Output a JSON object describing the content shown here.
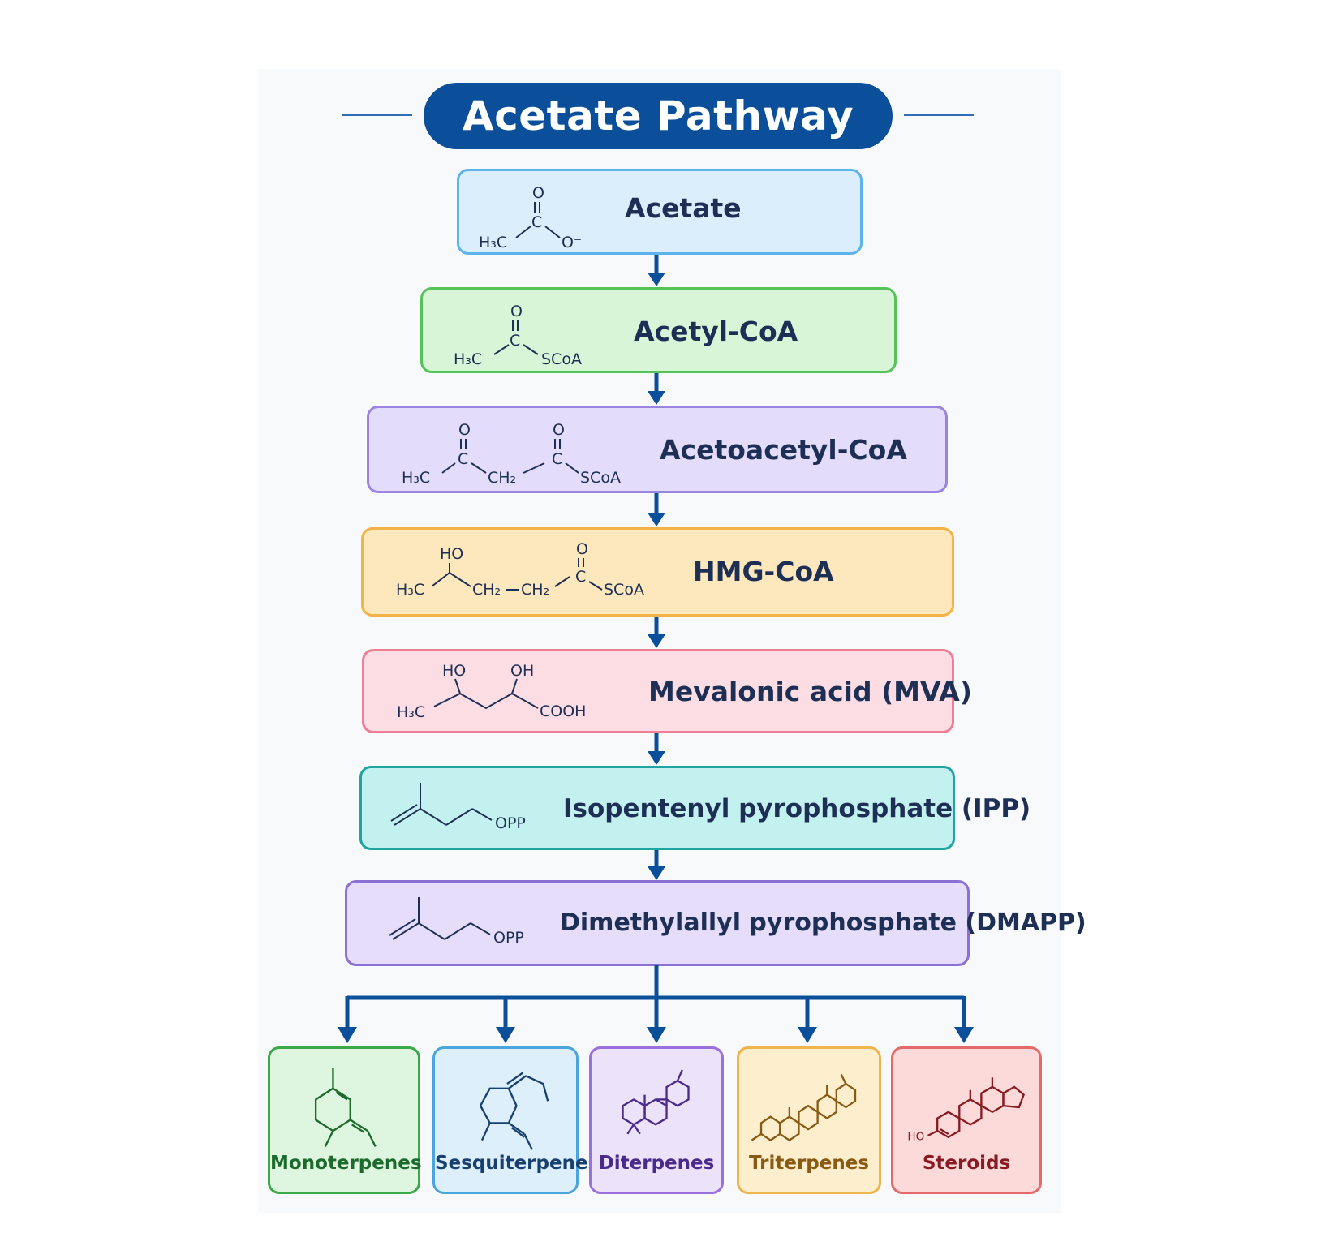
{
  "title": "Acetate Pathway",
  "steps": [
    {
      "label": "Acetate",
      "color_bg": "#daeefc",
      "color_border": "#5db3ec"
    },
    {
      "label": "Acetyl-CoA",
      "color_bg": "#d8f5d8",
      "color_border": "#55c25a"
    },
    {
      "label": "Acetoacetyl-CoA",
      "color_bg": "#e3dcfa",
      "color_border": "#9b84e0"
    },
    {
      "label": "HMG-CoA",
      "color_bg": "#fde8bd",
      "color_border": "#f3b346"
    },
    {
      "label": "Mevalonic acid (MVA)",
      "color_bg": "#fcdde3",
      "color_border": "#ee7f96"
    },
    {
      "label": "Isopentenyl pyrophosphate (IPP)",
      "color_bg": "#c2f1ef",
      "color_border": "#1ea5a1"
    },
    {
      "label": "Dimethylallyl pyrophosphate (DMAPP)",
      "color_bg": "#e6ddfa",
      "color_border": "#8c70d4"
    }
  ],
  "structure_text": {
    "O": "O",
    "O_minus": "O⁻",
    "C": "C",
    "H3C": "H₃C",
    "SCoA": "SCoA",
    "CH2": "CH₂",
    "HO": "HO",
    "OH": "OH",
    "COOH": "COOH",
    "OPP": "OPP"
  },
  "classes": [
    {
      "label": "Monoterpenes",
      "color_text": "#1d6b2c",
      "color_border": "#3ca84a",
      "color_bg": "#def5df"
    },
    {
      "label": "Sesquiterpenes",
      "color_text": "#17406f",
      "color_border": "#4aa5dc",
      "color_bg": "#dceffb"
    },
    {
      "label": "Diterpenes",
      "color_text": "#4a2a8c",
      "color_border": "#9a70dc",
      "color_bg": "#ece2fa"
    },
    {
      "label": "Triterpenes",
      "color_text": "#8a5a13",
      "color_border": "#efb44a",
      "color_bg": "#fdefce"
    },
    {
      "label": "Steroids",
      "color_text": "#8a1a22",
      "color_border": "#e46a6a",
      "color_bg": "#fcdada"
    }
  ],
  "steroid_substituent": "HO",
  "colors": {
    "arrow": "#0b4f9a",
    "title_bg": "#0b4f9a",
    "header_line": "#2f6db4"
  }
}
